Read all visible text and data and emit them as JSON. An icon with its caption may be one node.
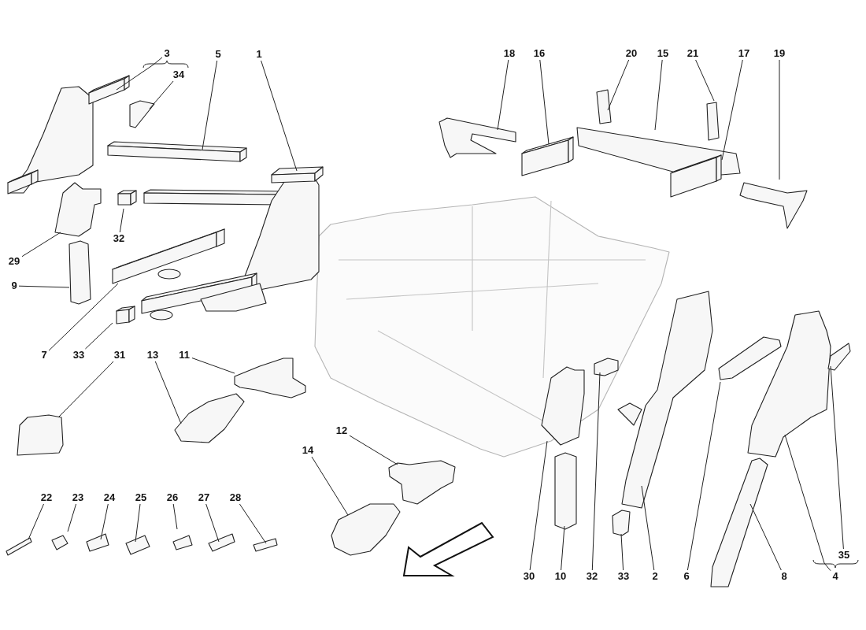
{
  "diagram": {
    "nodes": [
      {
        "text": [
          "3"
        ]
      },
      {
        "text": [
          "5"
        ]
      },
      {
        "text": [
          "1"
        ]
      },
      {
        "text": [
          "18"
        ]
      },
      {
        "text": [
          "16"
        ]
      },
      {
        "text": [
          "20"
        ]
      },
      {
        "text": [
          "15"
        ]
      },
      {
        "text": [
          "21"
        ]
      },
      {
        "text": [
          "17"
        ]
      },
      {
        "text": [
          "19"
        ]
      },
      {
        "text": [
          "34"
        ]
      },
      {
        "text": [
          "32"
        ]
      },
      {
        "text": [
          "29"
        ]
      },
      {
        "text": [
          "9"
        ]
      },
      {
        "text": [
          "7"
        ]
      },
      {
        "text": [
          "33"
        ]
      },
      {
        "text": [
          "31"
        ]
      },
      {
        "text": [
          "13"
        ]
      },
      {
        "text": [
          "11"
        ]
      },
      {
        "text": [
          "12"
        ]
      },
      {
        "text": [
          "14"
        ]
      },
      {
        "text": [
          "22"
        ]
      },
      {
        "text": [
          "23"
        ]
      },
      {
        "text": [
          "24"
        ]
      },
      {
        "text": [
          "25"
        ]
      },
      {
        "text": [
          "26"
        ]
      },
      {
        "text": [
          "27"
        ]
      },
      {
        "text": [
          "28"
        ]
      },
      {
        "text": [
          "35"
        ]
      },
      {
        "text": [
          "30"
        ]
      },
      {
        "text": [
          "10"
        ]
      },
      {
        "text": [
          "32"
        ]
      },
      {
        "text": [
          "33"
        ]
      },
      {
        "text": [
          "2"
        ]
      },
      {
        "text": [
          "6"
        ]
      },
      {
        "text": [
          "8"
        ]
      },
      {
        "text": [
          "4"
        ]
      }
    ],
    "edges": [
      {
        "from": 0,
        "to": null,
        "arrow": "none"
      },
      {
        "from": 1,
        "to": null,
        "arrow": "none"
      },
      {
        "from": 2,
        "to": null,
        "arrow": "none"
      },
      {
        "from": 3,
        "to": null,
        "arrow": "none"
      },
      {
        "from": 4,
        "to": null,
        "arrow": "none"
      },
      {
        "from": 5,
        "to": null,
        "arrow": "none"
      },
      {
        "from": 6,
        "to": null,
        "arrow": "none"
      },
      {
        "from": 7,
        "to": null,
        "arrow": "none"
      },
      {
        "from": 8,
        "to": null,
        "arrow": "none"
      },
      {
        "from": 9,
        "to": null,
        "arrow": "none"
      },
      {
        "from": 10,
        "to": null,
        "arrow": "none"
      },
      {
        "from": 11,
        "to": null,
        "arrow": "none"
      },
      {
        "from": 12,
        "to": null,
        "arrow": "none"
      },
      {
        "from": 13,
        "to": null,
        "arrow": "none"
      },
      {
        "from": 14,
        "to": null,
        "arrow": "none"
      },
      {
        "from": 15,
        "to": null,
        "arrow": "none"
      },
      {
        "from": 16,
        "to": null,
        "arrow": "none"
      },
      {
        "from": 17,
        "to": null,
        "arrow": "none"
      },
      {
        "from": 18,
        "to": null,
        "arrow": "none"
      },
      {
        "from": 19,
        "to": null,
        "arrow": "none"
      },
      {
        "from": 20,
        "to": null,
        "arrow": "none"
      },
      {
        "from": 21,
        "to": null,
        "arrow": "none"
      },
      {
        "from": 22,
        "to": null,
        "arrow": "none"
      },
      {
        "from": 23,
        "to": null,
        "arrow": "none"
      },
      {
        "from": 24,
        "to": null,
        "arrow": "none"
      },
      {
        "from": 25,
        "to": null,
        "arrow": "none"
      },
      {
        "from": 26,
        "to": null,
        "arrow": "none"
      },
      {
        "from": 27,
        "to": null,
        "arrow": "none"
      },
      {
        "from": 28,
        "to": null,
        "arrow": "none"
      },
      {
        "from": 29,
        "to": null,
        "arrow": "none"
      },
      {
        "from": 30,
        "to": null,
        "arrow": "none"
      },
      {
        "from": 31,
        "to": null,
        "arrow": "none"
      },
      {
        "from": 32,
        "to": null,
        "arrow": "none"
      },
      {
        "from": 33,
        "to": null,
        "arrow": "none"
      },
      {
        "from": 34,
        "to": null,
        "arrow": "none"
      },
      {
        "from": 35,
        "to": null,
        "arrow": "none"
      },
      {
        "from": 36,
        "to": null,
        "arrow": "none"
      }
    ]
  }
}
